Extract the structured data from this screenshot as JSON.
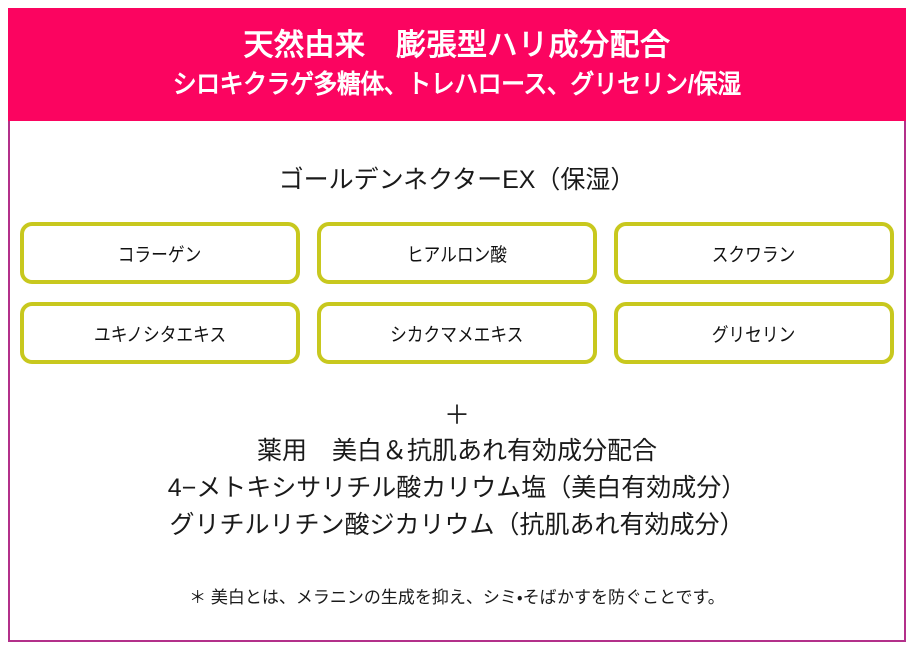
{
  "header": {
    "line1": "天然由来　膨張型ハリ成分配合",
    "line2": "シロキクラゲ多糖体、トレハロース、グリセリン/保湿",
    "background_color": "#fb0460",
    "text_color": "#ffffff"
  },
  "frame": {
    "border_color": "#b3308a",
    "background_color": "#ffffff"
  },
  "main": {
    "section_title": "ゴールデンネクターEX（保湿）",
    "box_border_color": "#c8c81e",
    "ingredient_rows": [
      [
        {
          "label": "コラーゲン"
        },
        {
          "label": "ヒアルロン酸"
        },
        {
          "label": "スクワラン"
        }
      ],
      [
        {
          "label": "ユキノシタエキス"
        },
        {
          "label": "シカクマメエキス"
        },
        {
          "label": "グリセリン"
        }
      ]
    ],
    "plus_symbol": "＋",
    "claims": [
      "薬用　美白＆抗肌あれ有効成分配合",
      "4−メトキシサリチル酸カリウム塩（美白有効成分）",
      "グリチルリチン酸ジカリウム（抗肌あれ有効成分）"
    ],
    "footnote": "＊ 美白とは、メラニンの生成を抑え、シミ・そばかすを防ぐことです。"
  }
}
